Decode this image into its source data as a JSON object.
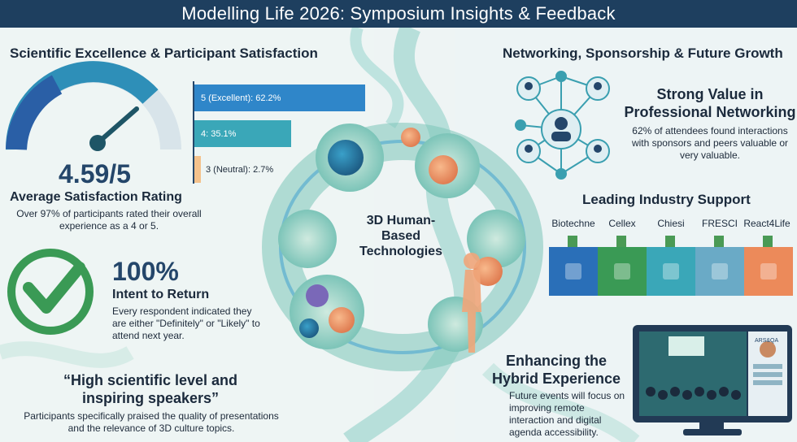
{
  "title": "Modelling Life 2026: Symposium Insights & Feedback",
  "colors": {
    "banner": "#1e3f5f",
    "green": "#3a9a55",
    "teal": "#3a9fb0",
    "blue": "#2a6fb8",
    "peach": "#f4c28c"
  },
  "left": {
    "heading": "Scientific Excellence & Participant Satisfaction",
    "rating_value": "4.59/5",
    "rating_label": "Average Satisfaction Rating",
    "rating_desc": "Over 97% of participants rated their overall experience as a 4 or 5.",
    "gauge_level": 0.918,
    "bars": [
      {
        "label": "5 (Excellent): 62.2%",
        "value": 62.2,
        "color": "#2f86c9"
      },
      {
        "label": "4: 35.1%",
        "value": 35.1,
        "color": "#3aa7b8"
      },
      {
        "label": "3 (Neutral): 2.7%",
        "value": 2.7,
        "color": "#f4c28c"
      }
    ],
    "return_value": "100%",
    "return_label": "Intent to Return",
    "return_desc": "Every respondent indicated they are either \"Definitely\" or \"Likely\" to attend next year.",
    "quote": "“High scientific level and inspiring speakers”",
    "quote_desc": "Participants specifically praised the quality of presentations and the relevance of 3D culture topics."
  },
  "center": {
    "label": "3D Human-Based Technologies"
  },
  "right": {
    "heading": "Networking, Sponsorship & Future Growth",
    "networking_title": "Strong Value in Professional Networking",
    "networking_desc": "62% of attendees found interactions with sponsors and peers valuable or very valuable.",
    "sponsor_title": "Leading Industry Support",
    "sponsors": [
      "Biotechne",
      "Cellex",
      "Chiesi",
      "FRESCI",
      "React4Life"
    ],
    "hybrid_title": "Enhancing the Hybrid Experience",
    "hybrid_desc": "Future events will focus on improving remote interaction and digital agenda accessibility.",
    "screen_tag": "ARS&QA"
  },
  "icons": [
    "gauge-icon",
    "checkmark-icon",
    "network-icon",
    "sponsor-cubes-icon",
    "monitor-icon",
    "organoid-illustration"
  ]
}
